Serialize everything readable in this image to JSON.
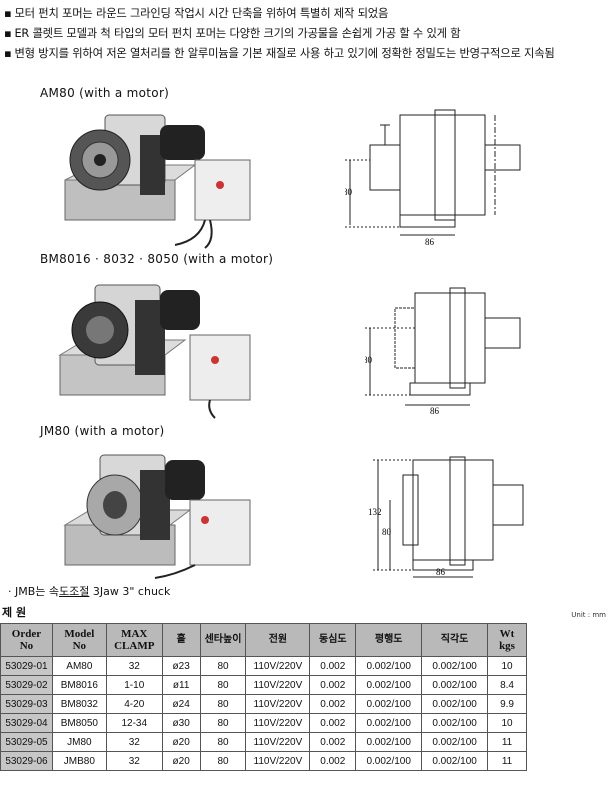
{
  "bullets": [
    "모터 펀치 포머는 라운드 그라인딩 작업시 시간 단축을 위하여 특별히 제작 되었음",
    "ER 콜렛트 모델과 척 타입의 모터 펀치 포머는 다양한 크기의 가공물을 손쉽게 가공 할 수 있게 함",
    "변형 방지를 위하여 저온 열처리를 한 알루미늄을 기본 재질로 사용 하고 있기에 정확한 정밀도는 반영구적으로 지속됨"
  ],
  "bullet_symbol": "▪",
  "models": [
    {
      "title": "AM80 (with a motor)",
      "dims": {
        "height": "80",
        "width": "86"
      }
    },
    {
      "title": "BM8016 · 8032 · 8050 (with a motor)",
      "dims": {
        "height": "80",
        "width": "86"
      }
    },
    {
      "title": "JM80 (with a motor)",
      "dims": {
        "height": "80",
        "height2": "132",
        "width": "86"
      }
    }
  ],
  "note": {
    "prefix": "· JMB는 속",
    "underlined": "도조절",
    "suffix": " 3Jaw 3\" chuck"
  },
  "spec_title": "제 원",
  "unit": "Unit : mm",
  "table": {
    "headers": [
      {
        "l1": "Order",
        "l2": "No"
      },
      {
        "l1": "Model",
        "l2": "No"
      },
      {
        "l1": "MAX",
        "l2": "CLAMP"
      },
      {
        "l1": "홀",
        "l2": ""
      },
      {
        "l1": "센타높이",
        "l2": ""
      },
      {
        "l1": "전원",
        "l2": ""
      },
      {
        "l1": "동심도",
        "l2": ""
      },
      {
        "l1": "평행도",
        "l2": ""
      },
      {
        "l1": "직각도",
        "l2": ""
      },
      {
        "l1": "Wt",
        "l2": "kgs"
      }
    ],
    "rows": [
      [
        "53029-01",
        "AM80",
        "32",
        "ø23",
        "80",
        "110V/220V",
        "0.002",
        "0.002/100",
        "0.002/100",
        "10"
      ],
      [
        "53029-02",
        "BM8016",
        "1-10",
        "ø11",
        "80",
        "110V/220V",
        "0.002",
        "0.002/100",
        "0.002/100",
        "8.4"
      ],
      [
        "53029-03",
        "BM8032",
        "4-20",
        "ø24",
        "80",
        "110V/220V",
        "0.002",
        "0.002/100",
        "0.002/100",
        "9.9"
      ],
      [
        "53029-04",
        "BM8050",
        "12-34",
        "ø30",
        "80",
        "110V/220V",
        "0.002",
        "0.002/100",
        "0.002/100",
        "10"
      ],
      [
        "53029-05",
        "JM80",
        "32",
        "ø20",
        "80",
        "110V/220V",
        "0.002",
        "0.002/100",
        "0.002/100",
        "11"
      ],
      [
        "53029-06",
        "JMB80",
        "32",
        "ø20",
        "80",
        "110V/220V",
        "0.002",
        "0.002/100",
        "0.002/100",
        "11"
      ]
    ]
  }
}
